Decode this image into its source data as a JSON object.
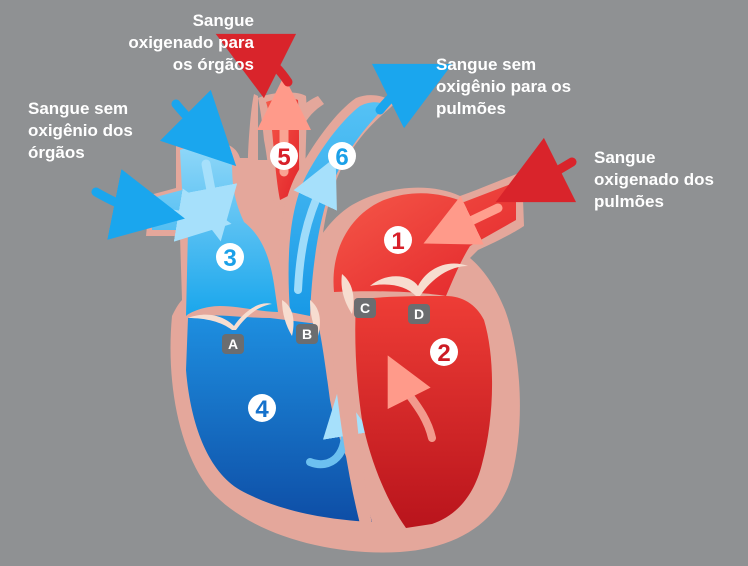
{
  "labels": {
    "oxygenated_to_organs": "Sangue\noxigenado para\nos órgãos",
    "deoxygenated_from_organs": "Sangue sem\noxigênio dos\nórgãos",
    "deoxygenated_to_lungs": "Sangue sem\noxigênio para os\npulmões",
    "oxygenated_from_lungs": "Sangue\noxigenado dos\npulmões"
  },
  "numbers": {
    "n1": "1",
    "n2": "2",
    "n3": "3",
    "n4": "4",
    "n5": "5",
    "n6": "6"
  },
  "valves": {
    "a": "A",
    "b": "B",
    "c": "C",
    "d": "D"
  },
  "colors": {
    "background": "#8f9193",
    "oxygenated": "#e8262a",
    "deoxygenated": "#1aa3ea",
    "tissue": "#e5a89c",
    "valve": "#f6dccd",
    "badge": "#6b6d70"
  }
}
